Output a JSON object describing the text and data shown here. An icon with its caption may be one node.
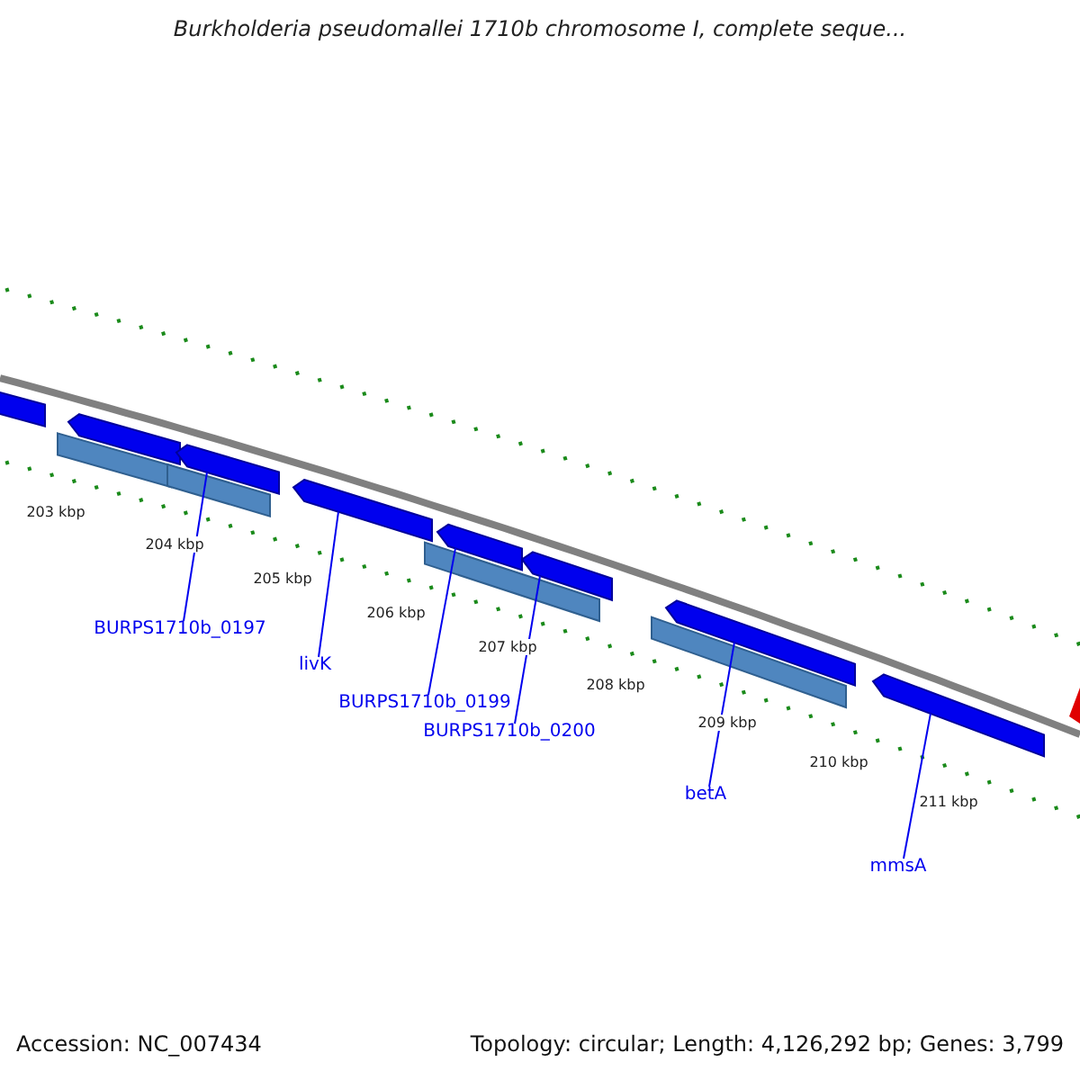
{
  "diagram": {
    "title": "Burkholderia pseudomallei 1710b chromosome I, complete seque...",
    "nodes": [
      {
        "text": [
          "BURPS1710b_0197"
        ]
      },
      {
        "text": [
          "livK"
        ]
      },
      {
        "text": [
          "BURPS1710b_0199"
        ]
      },
      {
        "text": [
          "BURPS1710b_0200"
        ]
      },
      {
        "text": [
          "betA"
        ]
      },
      {
        "text": [
          "mmsA"
        ]
      },
      {
        "text": [],
        "shape": "arrow"
      },
      {
        "text": [],
        "shape": "arrow"
      },
      {
        "text": [],
        "shape": "arrow"
      },
      {
        "text": [],
        "shape": "arrow"
      },
      {
        "text": [],
        "shape": "arrow"
      },
      {
        "text": [],
        "shape": "arrow"
      },
      {
        "text": [],
        "shape": "arrow"
      },
      {
        "text": [],
        "shape": "arrow"
      },
      {
        "text": [],
        "shape": "bar"
      },
      {
        "text": [],
        "shape": "bar"
      },
      {
        "text": [],
        "shape": "bar"
      },
      {
        "text": [],
        "shape": "bar"
      }
    ],
    "edges": [
      {
        "from": 0,
        "to": 8,
        "arrow": "none"
      },
      {
        "from": 1,
        "to": 9,
        "arrow": "none"
      },
      {
        "from": 2,
        "to": 10,
        "arrow": "none"
      },
      {
        "from": 3,
        "to": 11,
        "arrow": "none"
      },
      {
        "from": 4,
        "to": 12,
        "arrow": "none"
      },
      {
        "from": 5,
        "to": 13,
        "arrow": "none"
      }
    ],
    "labels": [
      "203 kbp",
      "204 kbp",
      "205 kbp",
      "206 kbp",
      "207 kbp",
      "208 kbp",
      "209 kbp",
      "210 kbp",
      "211 kbp",
      "Accession: NC_007434",
      "Topology: circular; Length: 4,126,292 bp; Genes: 3,799"
    ]
  }
}
